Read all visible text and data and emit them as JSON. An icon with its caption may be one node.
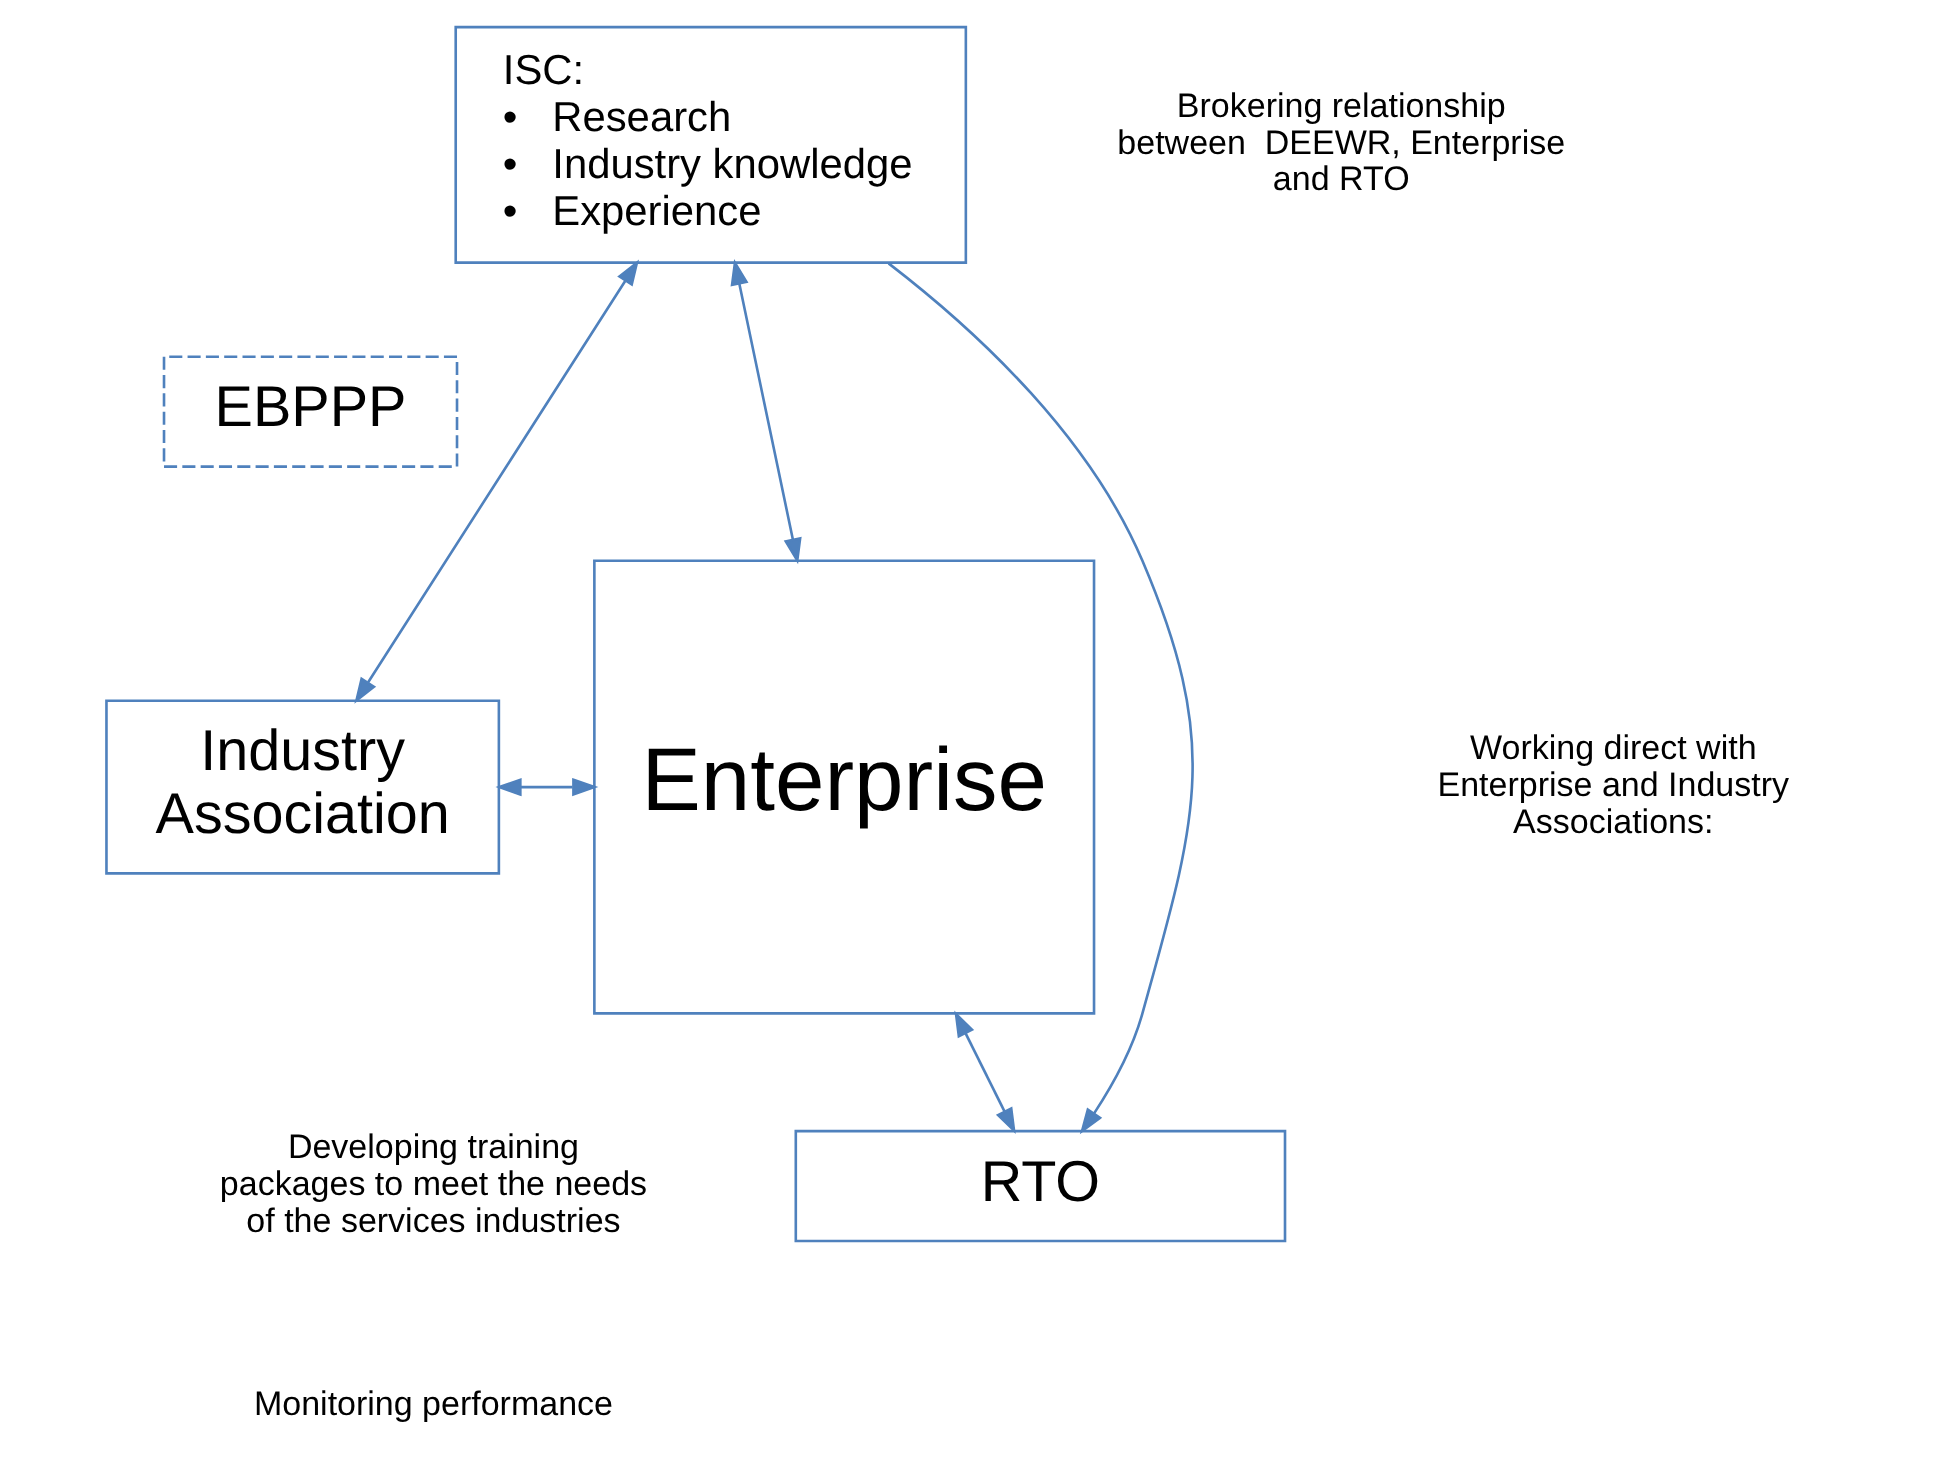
{
  "diagram": {
    "nodes": [
      {
        "text": [
          "ISC:",
          "•   Research",
          "•   Industry knowledge",
          "•   Experience"
        ]
      },
      {
        "text": [
          "EBPPP"
        ]
      },
      {
        "text": [
          "Industry Association"
        ]
      },
      {
        "text": [
          "Enterprise"
        ]
      },
      {
        "text": [
          "RTO"
        ]
      }
    ],
    "edges": [
      {
        "from": 0,
        "to": 2,
        "arrow": "both"
      },
      {
        "from": 0,
        "to": 3,
        "arrow": "both"
      },
      {
        "from": 2,
        "to": 3,
        "arrow": "both"
      },
      {
        "from": 3,
        "to": 4,
        "arrow": "both"
      },
      {
        "from": 0,
        "to": 4,
        "arrow": "to"
      }
    ],
    "labels": [
      "Brokering relationship between  DEEWR, Enterprise and RTO",
      "Working direct with Enterprise and Industry Associations:",
      "Developing training packages to meet the needs of the services industries",
      "Monitoring performance"
    ]
  }
}
